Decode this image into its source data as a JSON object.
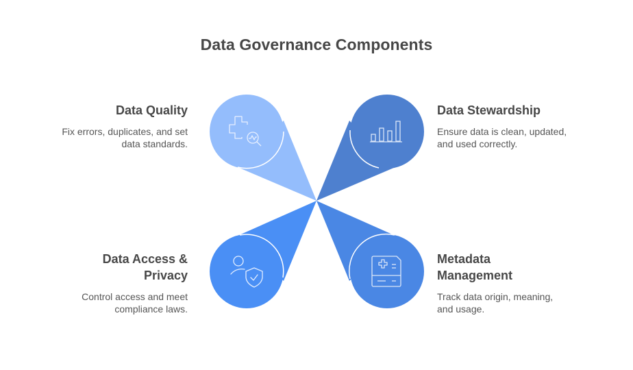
{
  "title": "Data Governance Components",
  "colors": {
    "quality": "#94BDFC",
    "stewardship": "#4E80CF",
    "access": "#4A8FF5",
    "metadata": "#4A87E4",
    "text_heading": "#474747",
    "text_body": "#555555"
  },
  "components": [
    {
      "id": "quality",
      "heading": "Data Quality",
      "description_lines": [
        "Fix errors, duplicates, and set",
        "data standards."
      ],
      "icon": "health-search-icon",
      "position": "top-left"
    },
    {
      "id": "stewardship",
      "heading": "Data Stewardship",
      "description_lines": [
        "Ensure data is clean, updated,",
        "and used correctly."
      ],
      "icon": "bar-chart-icon",
      "position": "top-right"
    },
    {
      "id": "access",
      "heading_lines": [
        "Data Access &",
        "Privacy"
      ],
      "description_lines": [
        "Control access and meet",
        "compliance laws."
      ],
      "icon": "user-shield-icon",
      "position": "bottom-left"
    },
    {
      "id": "metadata",
      "heading_lines": [
        "Metadata",
        "Management"
      ],
      "description_lines": [
        "Track data origin, meaning,",
        "and usage."
      ],
      "icon": "medical-record-icon",
      "position": "bottom-right"
    }
  ]
}
